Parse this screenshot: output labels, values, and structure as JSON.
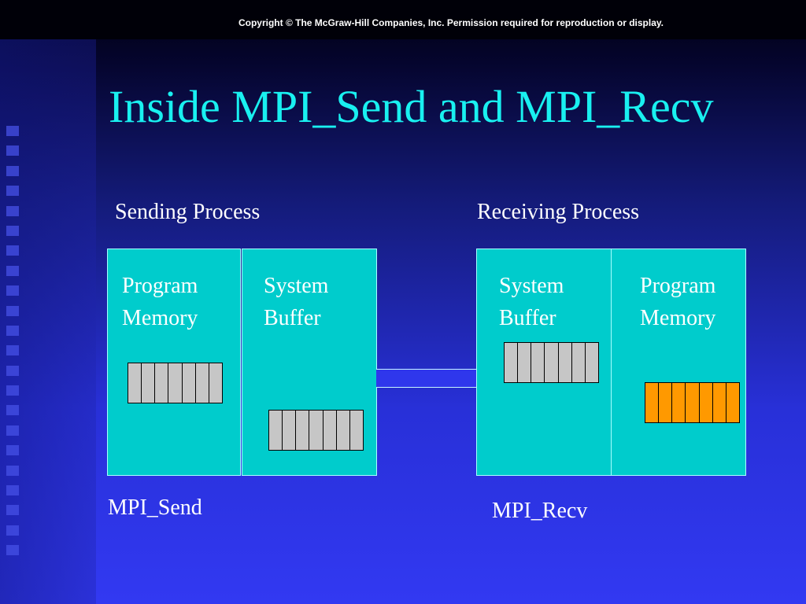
{
  "copyright": "Copyright © The McGraw-Hill Companies, Inc. Permission required for reproduction or display.",
  "title": "Inside MPI_Send and MPI_Recv",
  "sending": {
    "heading": "Sending Process",
    "call": "MPI_Send",
    "program_memory": {
      "line1": "Program",
      "line2": "Memory"
    },
    "system_buffer": {
      "line1": "System",
      "line2": "Buffer"
    }
  },
  "receiving": {
    "heading": "Receiving Process",
    "call": "MPI_Recv",
    "system_buffer": {
      "line1": "System",
      "line2": "Buffer"
    },
    "program_memory": {
      "line1": "Program",
      "line2": "Memory"
    }
  },
  "colors": {
    "title": "#19f0f0",
    "panel": "#00cccc",
    "buffer_gray": "#c6c6c6",
    "buffer_orange": "#ff9900"
  }
}
